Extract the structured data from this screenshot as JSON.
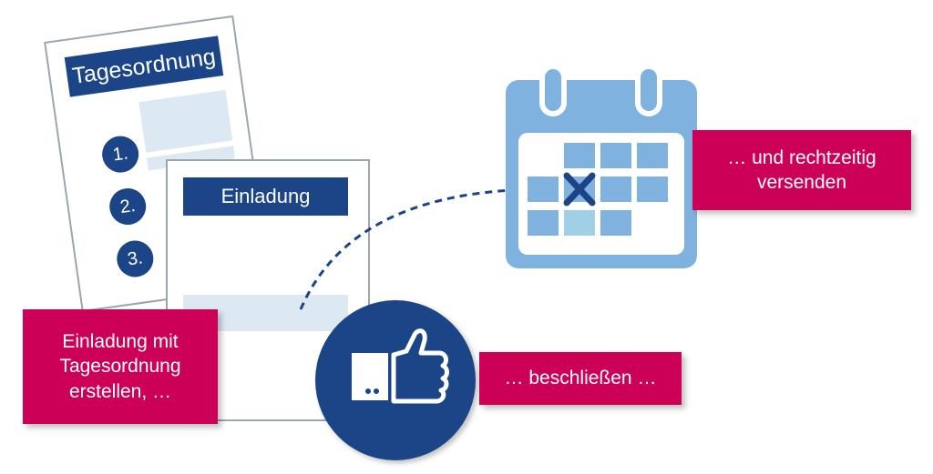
{
  "agenda_doc": {
    "title": "Tagesordnung",
    "items": [
      "1.",
      "2.",
      "3."
    ]
  },
  "invite_doc": {
    "title": "Einladung"
  },
  "labels": {
    "create": "Einladung mit Tagesordnung erstellen, …",
    "decide": "… beschließen …",
    "send": "… und rechtzeitig versenden"
  },
  "icons": {
    "calendar": "calendar-icon",
    "approval": "thumbs-up-icon",
    "cross": "cross-mark-icon"
  },
  "colors": {
    "navy": "#1b4587",
    "magenta": "#cd0058",
    "light_blue": "#7fb2df",
    "pale_blue": "#dde9f2",
    "doc_border": "#9aa7ad"
  }
}
